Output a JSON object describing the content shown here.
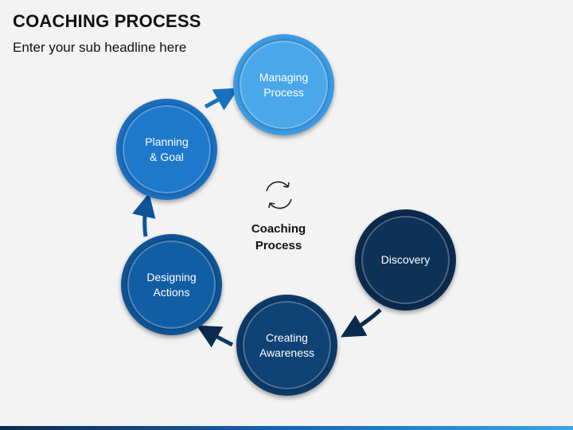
{
  "header": {
    "title": "COACHING PROCESS",
    "subtitle": "Enter your sub headline here"
  },
  "center": {
    "label": "Coaching\nProcess",
    "icon": "refresh-cycle-icon"
  },
  "steps": [
    {
      "label": "Discovery",
      "color": "#0b2a4d"
    },
    {
      "label": "Creating\nAwareness",
      "color": "#0d3a67"
    },
    {
      "label": "Designing\nActions",
      "color": "#0f5496"
    },
    {
      "label": "Planning\n& Goal",
      "color": "#1a6fc0"
    },
    {
      "label": "Managing\nProcess",
      "color": "#3b9be3"
    }
  ],
  "colors": {
    "arrow_dark": "#0b2a4d",
    "arrow_mid": "#0f5496",
    "arrow_light": "#1a6fc0"
  }
}
